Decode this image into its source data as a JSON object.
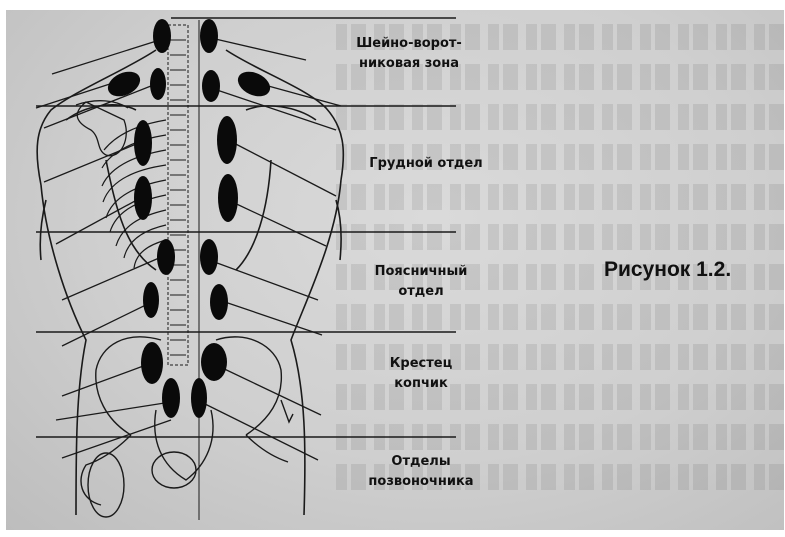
{
  "labels": {
    "cervical": "Шейно-ворот-\nниковая зона",
    "thoracic": "Грудной отдел",
    "lumbar": "Поясничный\nотдел",
    "sacrum": "Крестец\nкопчик",
    "spine_sections": "Отделы\nпозвоночника"
  },
  "caption": "Рисунок 1.2.",
  "colors": {
    "background": "#d2d2d2",
    "ink": "#111111",
    "zone_fill": "#0a0a0a"
  }
}
